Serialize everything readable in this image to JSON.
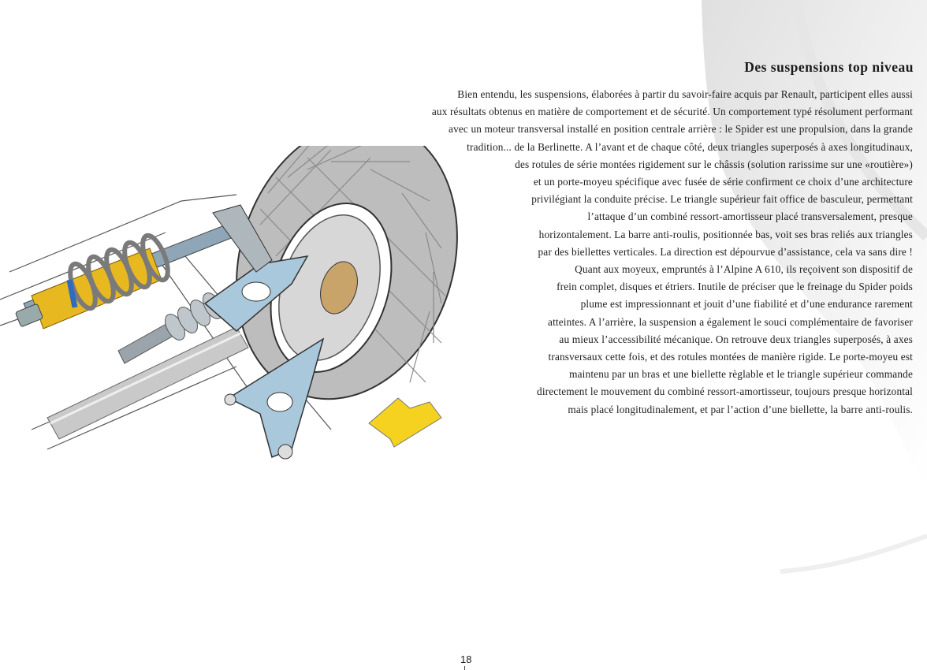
{
  "heading": "Des suspensions top niveau",
  "paragraph_lines": [
    "Bien entendu, les suspensions, élaborées à partir du savoir-faire acquis par Renault, participent elles aussi",
    "aux résultats obtenus en matière de comportement et de sécurité. Un comportement typé résolument performant",
    "avec un moteur transversal  installé en position centrale arrière : le Spider est une propulsion, dans la grande",
    "tradition... de la Berlinette. A l’avant et de chaque côté, deux triangles superposés à axes longitudinaux,",
    "des rotules de série montées rigidement sur le châssis (solution rarissime sur une «routière»)",
    "et un porte-moyeu spécifique avec fusée de série confirment ce choix d’une architecture",
    "privilégiant la conduite précise. Le triangle supérieur fait office de basculeur, permettant",
    "l’attaque d’un combiné ressort-amortisseur placé transversalement, presque",
    "horizontalement. La barre anti-roulis, positionnée bas, voit ses bras reliés aux triangles",
    "par des biellettes verticales. La direction est dépourvue d’assistance, cela va sans dire !",
    "Quant aux moyeux, empruntés à l’Alpine A 610, ils reçoivent son dispositif de",
    "frein complet, disques et étriers. Inutile de préciser que le freinage du Spider poids",
    "plume est impressionnant et jouit d’une fiabilité et d’une endurance rarement",
    "atteintes. A l’arrière, la suspension a également le souci complémentaire de favoriser",
    "au mieux l’accessibilité mécanique. On retrouve deux triangles superposés, à axes",
    "transversaux cette fois, et des rotules montées de manière rigide. Le porte-moyeu est",
    "maintenu par un bras et une biellette règlable et le triangle supérieur commande",
    "directement le mouvement du combiné ressort-amortisseur, toujours presque horizontal",
    "mais placé longitudinalement, et par l’action d’une biellette, la barre anti-roulis."
  ],
  "page_number": "18",
  "colors": {
    "tyre": "#bdbdbd",
    "wishbone": "#a9c8dc",
    "spring": "#e8b821",
    "arrow": "#f5d21f",
    "text": "#1e1e1e"
  }
}
